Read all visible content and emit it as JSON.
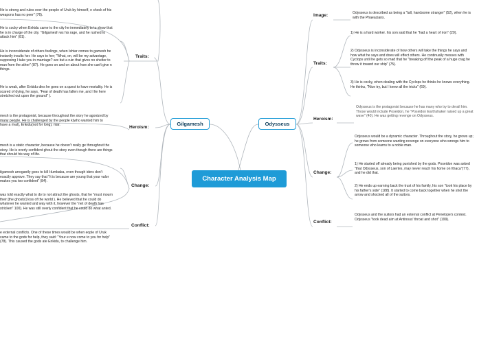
{
  "central": "Character Analysis Map",
  "gilgamesh": {
    "label": "Gilgamesh",
    "traits_label": "Traits:",
    "traits": [
      "He is strong and rules over the people of Uruk by himself, e shock of his weapons has no peer\" (76).",
      "He is cocky when Enkidu came to the city he immediately ts to show that he is in charge of the city. \"Gilgamesh ws his rage, and he rushed to attack him\" (81).",
      "He is inconsiderate of others feelings, when Ishtar comes to gamesh he instantly insults her. He says to her; \"What, on, will be my advantage, supposing I take you in marriage? are but a ruin that gives no shelter to man from the ather\" (87). He goes on and on about how she can't give n things.",
      "He is weak, after Enkidu dies he goes on a quest to have mortality. He is scared of dying, he says, \"Fear of death has fallen me, and I lie here stretched out upon the ground\" )."
    ],
    "heroism_label": "Heroism:",
    "heroism": "mesh is the protagonist, because throughout the story he agonized by many people. He is challenged by the people k(who wanted him to have a rival), Enkidu(not for long), ntar.",
    "change_label": "Change:",
    "change": [
      "mesh is a static character, because he doesn't really ge throughout the story. He is overly confident ghout the story even though there are things that should his way of life.",
      "ilgamesh arrogantly goes to kill Humbaba, even though iders don't exactly approve. They say that \"it is because are young that your valor makes you too confident\" (84).",
      "was told exactly what to do to not attract the ghosts, that he \"must mourn their [the ghosts'] loss of the world ). He believed that he could do whatever he wanted and way with it, however the \"net of death has stricken\" 100). He was still overly confident that he could do what anted."
    ],
    "conflict_label": "Conflict:",
    "conflict": "e external conflicts. One of these times would be when eople of Uruk came to the gods for help, they said: \"Your e now come to you for help\" (78). This caused the gods ate Enkidu, to challenge him."
  },
  "odysseus": {
    "label": "Odysseus",
    "image_label": "Image:",
    "image": "Odysseus is described as being a \"tall, handsome stranger\" (52), when he is with the Phaeacians.",
    "traits_label": "Traits:",
    "traits": [
      "1) He is a hard worker. his son said that he \"had a heart of iron\" (20).",
      "2) Odysseus is inconsiderate of how others will take the things he says and how what he says and does will effect others. He continually messes with Cyclops until he gets so mad that he \"breaking off the peak of a huge crag he threw it toward our ship\" (75).",
      "3) He is cocky, when dealing with the Cyclops he thinks he knows everything. He thinks, \"Nice try, but I knew all the tricks\" (69)."
    ],
    "heroism_label": "Heroism:",
    "heroism": "Odysseus is the protagonist because he has many who try to derail him. Those would include Poseidon, he \"Poseidon Earthshaker raised up a great wave\" (40). He was getting revenge on Odysseus.",
    "change_label": "Change:",
    "change": [
      "Odysseus would be a dynamic character. Throughout the story, he grows up; he grows from someone wanting revenge on everyone who wrongs him to someone who learns to a noble man.",
      "1) He started off already being punished by the gods. Poseidon was asked \"that Odysseus, son of Laertes, may never reach his home on Ithaca\"(77), and he did that.",
      "2) He ends up earning back the trust of his family, his son \"took his place by his father's side\" (188). It started to come back together when he shot the arrow and shocked all of the suitors."
    ],
    "conflict_label": "Conflict:",
    "conflict": "Odysseus and the suitors had an external conflict at Penelope's contest. Odysseus \"took dead aim at Antinous' throat and shot\" (199)."
  }
}
